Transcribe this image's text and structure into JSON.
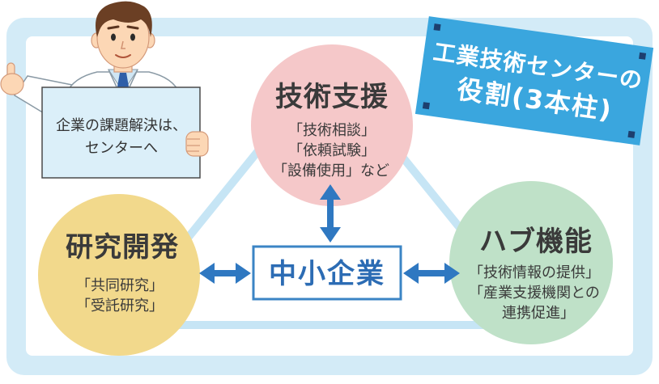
{
  "badge": {
    "line1": "工業技術センターの",
    "line2": "役割(3本柱)"
  },
  "sign": {
    "line1": "企業の課題解決は、",
    "line2": "センターへ"
  },
  "pillars": {
    "support": {
      "title": "技術支援",
      "items": [
        "「技術相談」",
        "「依頼試験」",
        "「設備使用」など"
      ]
    },
    "research": {
      "title": "研究開発",
      "items": [
        "「共同研究」",
        "「受託研究」"
      ]
    },
    "hub": {
      "title": "ハブ機能",
      "items": [
        "「技術情報の提供」",
        "「産業支援機関との",
        "連携促進」"
      ]
    }
  },
  "center": {
    "label": "中小企業"
  },
  "colors": {
    "frame": "#d3ebf7",
    "connector": "#c6e5f5",
    "support_circle": "#f5c8c9",
    "research_circle": "#f2d98c",
    "hub_circle": "#bfe1c8",
    "badge": "#3aa6de",
    "badge_dots": "#1d3f6e",
    "arrow": "#2f78c1",
    "center_border": "#3b84c5",
    "center_text": "#2c6cb4",
    "sign": "#dbeff9"
  }
}
